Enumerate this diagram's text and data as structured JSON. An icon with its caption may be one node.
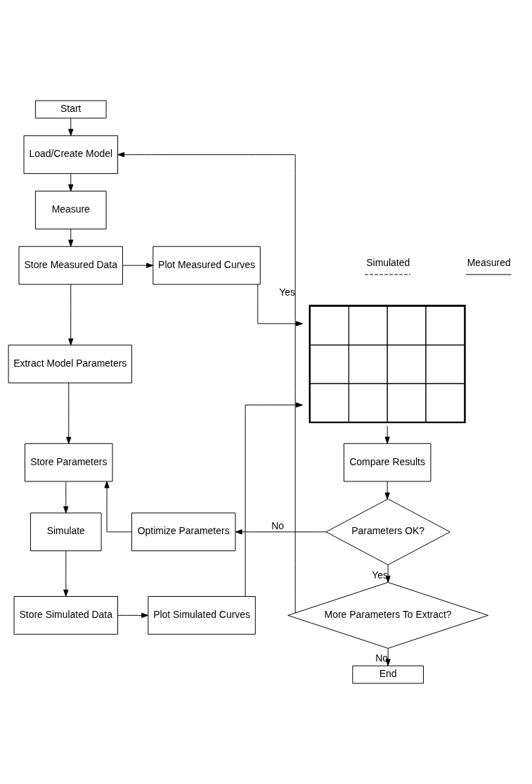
{
  "diagram": {
    "nodes": [
      {
        "text": [
          "Start"
        ]
      },
      {
        "text": [
          "Load/Create Model"
        ]
      },
      {
        "text": [
          "Measure"
        ]
      },
      {
        "text": [
          "Store Measured Data"
        ]
      },
      {
        "text": [
          "Plot Measured Curves"
        ]
      },
      {
        "text": [
          "Extract Model Parameters"
        ]
      },
      {
        "text": [],
        "shape": "picture"
      },
      {
        "text": [
          "Store Parameters"
        ]
      },
      {
        "text": [
          "Simulate"
        ]
      },
      {
        "text": [
          "Store Simulated Data"
        ]
      },
      {
        "text": [
          "Plot Simulated Curves"
        ]
      },
      {
        "text": [
          "Compare Results"
        ]
      },
      {
        "text": [
          "Optimize Parameters"
        ]
      },
      {
        "text": [
          "Parameters OK?"
        ]
      },
      {
        "text": [
          "More Parameters To Extract?"
        ]
      },
      {
        "text": [
          "End"
        ]
      }
    ],
    "edges": [
      {
        "from": 0,
        "to": 1,
        "arrow": "to"
      },
      {
        "from": 1,
        "to": 2,
        "arrow": "to"
      },
      {
        "from": 2,
        "to": 3,
        "arrow": "to"
      },
      {
        "from": 3,
        "to": 4,
        "arrow": "to"
      },
      {
        "from": 3,
        "to": 5,
        "arrow": "to"
      },
      {
        "from": 4,
        "to": 6,
        "arrow": "to"
      },
      {
        "from": 5,
        "to": 7,
        "arrow": "to"
      },
      {
        "from": 7,
        "to": 8,
        "arrow": "to"
      },
      {
        "from": 8,
        "to": 9,
        "arrow": "to"
      },
      {
        "from": 9,
        "to": 10,
        "arrow": "to"
      },
      {
        "from": 10,
        "to": 6,
        "arrow": "to"
      },
      {
        "from": 6,
        "to": 11,
        "arrow": "to"
      },
      {
        "from": 11,
        "to": 13,
        "arrow": "to"
      },
      {
        "from": 13,
        "to": 12,
        "arrow": "to",
        "label": "No"
      },
      {
        "from": 12,
        "to": 7,
        "arrow": "to"
      },
      {
        "from": 13,
        "to": 14,
        "arrow": "to",
        "label": "Yes"
      },
      {
        "from": 14,
        "to": 1,
        "arrow": "to",
        "label": "Yes"
      },
      {
        "from": 14,
        "to": 15,
        "arrow": "to",
        "label": "No"
      }
    ],
    "legend": [
      {
        "text": "Simulated"
      },
      {
        "text": "Measured"
      }
    ]
  }
}
